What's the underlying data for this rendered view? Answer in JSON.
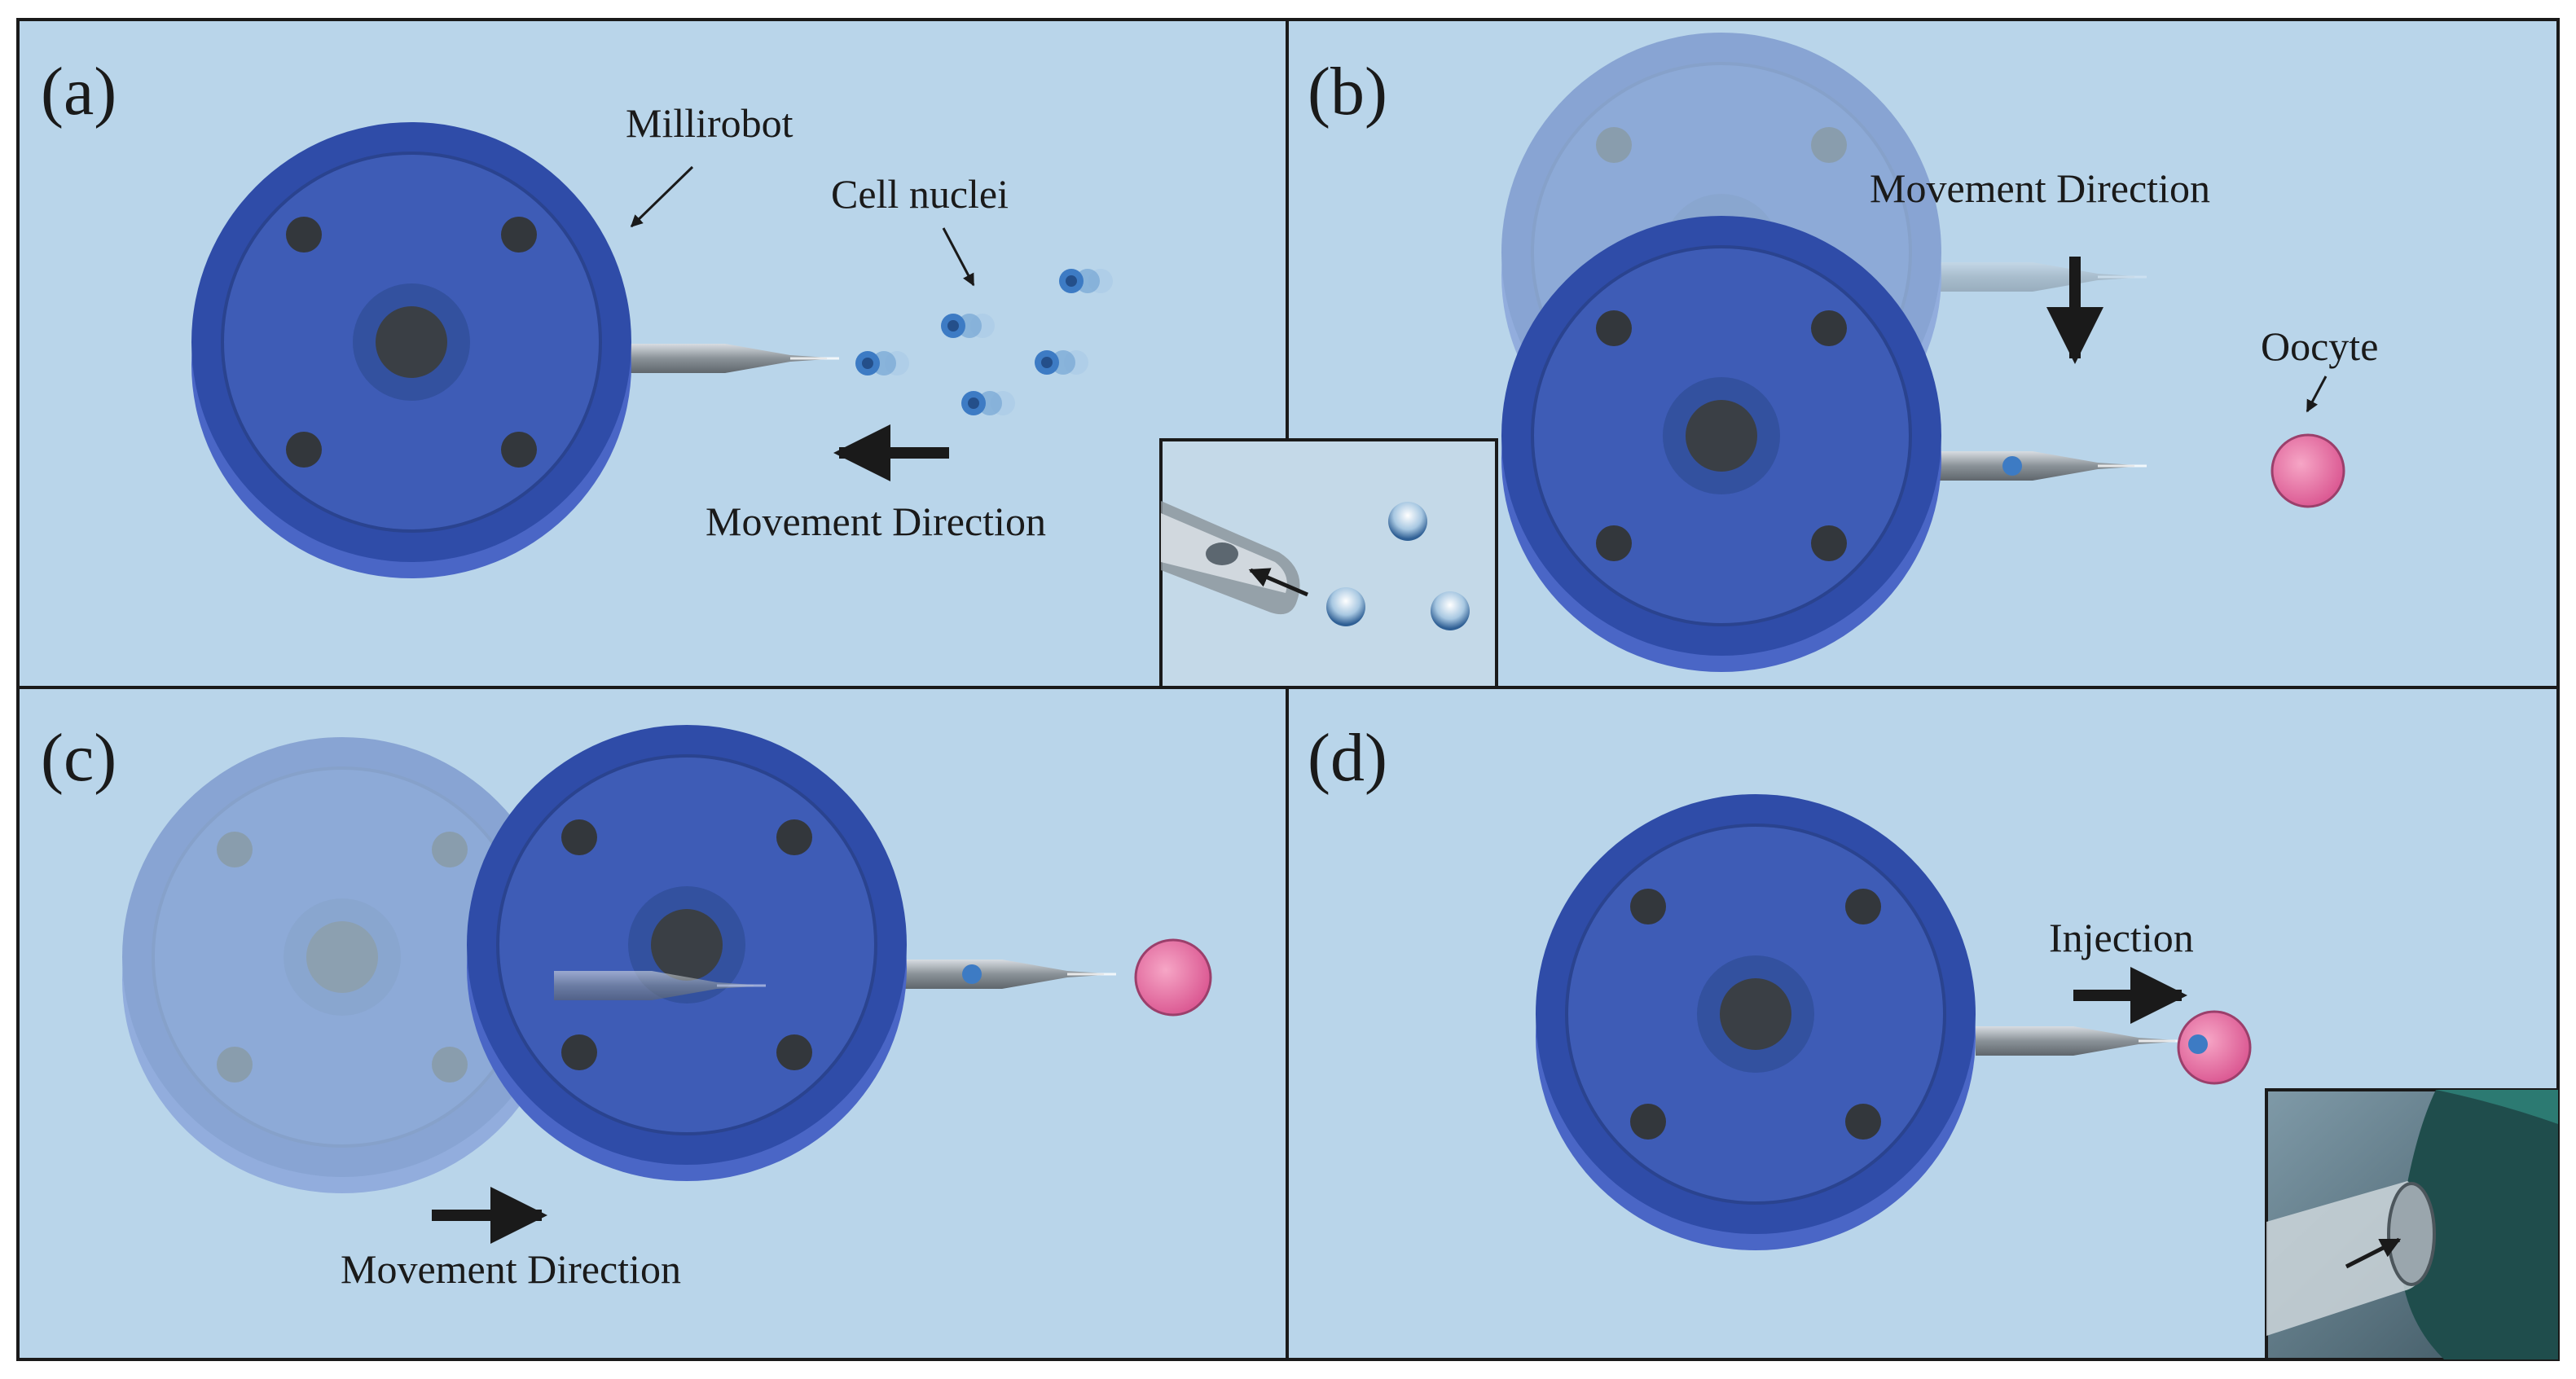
{
  "colors": {
    "background": "#b9d5ea",
    "robot_base": "#3b57b8",
    "robot_top": "#2d4aa3",
    "oocyte": "#e87aa8",
    "nucleus": "#3d7bc4",
    "frame": "#1a1a1a"
  },
  "panels": {
    "a": {
      "label": "(a)",
      "millirobot": "Millirobot",
      "cell_nuclei": "Cell nuclei",
      "movement": "Movement  Direction"
    },
    "b": {
      "label": "(b)",
      "movement": "Movement  Direction",
      "oocyte": "Oocyte"
    },
    "c": {
      "label": "(c)",
      "movement": "Movement  Direction"
    },
    "d": {
      "label": "(d)",
      "injection": "Injection"
    }
  }
}
